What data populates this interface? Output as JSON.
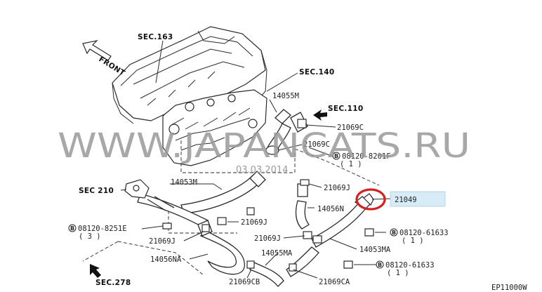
{
  "sections": {
    "sec163": "SEC.163",
    "sec140": "SEC.140",
    "sec110": "SEC.110",
    "sec210": "SEC 210",
    "sec278": "SEC.278"
  },
  "front_label": "FRONT",
  "parts": {
    "p14055M": "14055M",
    "p21069C_a": "21069C",
    "p21069C_b": "21069C",
    "p08120_8201F": "08120-8201F",
    "p08120_8201F_qty": "( 1 )",
    "p14053M": "14053M",
    "p21069J_a": "21069J",
    "p21049": "21049",
    "p14056N": "14056N",
    "p21069J_b": "21069J",
    "p08120_8251E": "08120-8251E",
    "p08120_8251E_qty": "( 3 )",
    "p21069J_c": "21069J",
    "p21069J_d": "21069J",
    "p08120_61633_a": "08120-61633",
    "p08120_61633_a_qty": "( 1 )",
    "p14053MA": "14053MA",
    "p14055MA": "14055MA",
    "p14056NA": "14056NA",
    "p08120_61633_b": "08120-61633",
    "p08120_61633_b_qty": "( 1 )",
    "p21069CB": "21069CB",
    "p21069CA": "21069CA"
  },
  "bolt_marker": "B",
  "watermark": "WWW.JAPANCATS.RU",
  "watermark_date": "03.03.2014",
  "figure_code": "EP11000W",
  "colors": {
    "highlight_box": "#d8ecf8",
    "highlight_circle": "#d42020"
  }
}
